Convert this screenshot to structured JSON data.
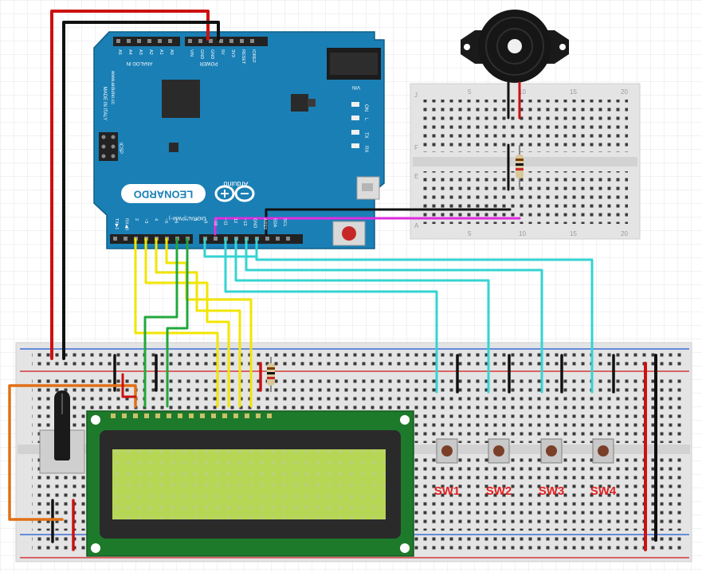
{
  "board": {
    "brand": "Arduino",
    "model": "LEONARDO",
    "digital_label": "DIGITAL (PWM~)",
    "analog_label": "ANALOG IN",
    "power_label": "POWER",
    "icsp_label": "ICSP",
    "made_in": "MADE IN ITALY",
    "website": "www.arduino.cc",
    "vin_label": "VIN",
    "led_labels": [
      "ON",
      "L",
      "TX",
      "RX"
    ],
    "analog_pins": [
      "A5",
      "A4",
      "A3",
      "A2",
      "A1",
      "A0"
    ],
    "power_pins": [
      "VIN",
      "GND",
      "GND",
      "5V",
      "3V3",
      "RESET",
      "IOREF"
    ],
    "digital_pins": [
      "TX▶1",
      "RX◀0",
      "2",
      "~3",
      "4",
      "~5",
      "~6",
      "7",
      "8",
      "~9",
      "~10",
      "~11",
      "12",
      "~13",
      "GND",
      "AREF",
      "SDA",
      "SCL"
    ]
  },
  "switches": [
    "SW1",
    "SW2",
    "SW3",
    "SW4"
  ],
  "colors": {
    "background": "#ffffff",
    "grid": "#e3e6ea",
    "arduino_pcb": "#1a7fb5",
    "lcd_pcb": "#1d7a2b",
    "lcd_screen": "#b6d656",
    "breadboard": "#e4e4e4",
    "wire_red": "#cc1111",
    "wire_black": "#111111",
    "wire_yellow": "#f2e500",
    "wire_green": "#23a83c",
    "wire_cyan": "#35d3d3",
    "wire_orange": "#e07016",
    "wire_magenta": "#e02ce0",
    "switch_label": "#e02020"
  }
}
